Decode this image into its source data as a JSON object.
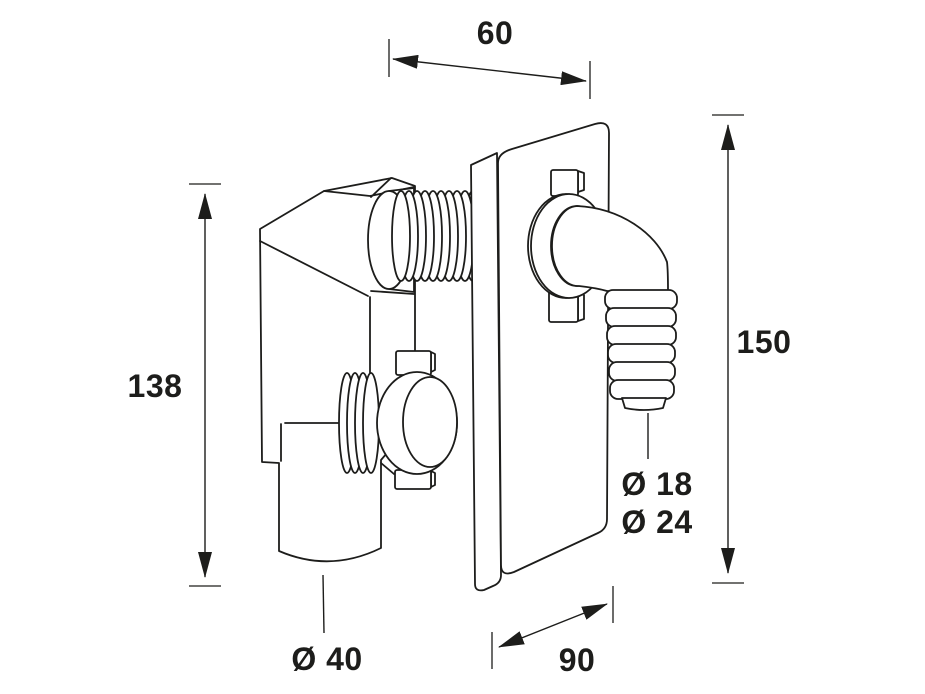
{
  "drawing": {
    "background": "#ffffff",
    "line_color": "#1d1d1b",
    "dimensions": {
      "width_top": "60",
      "height_left": "138",
      "height_right": "150",
      "outlet_diameter": "Ø 40",
      "depth_bottom": "90",
      "hose_diameter_small": "Ø 18",
      "hose_diameter_large": "Ø 24"
    }
  }
}
